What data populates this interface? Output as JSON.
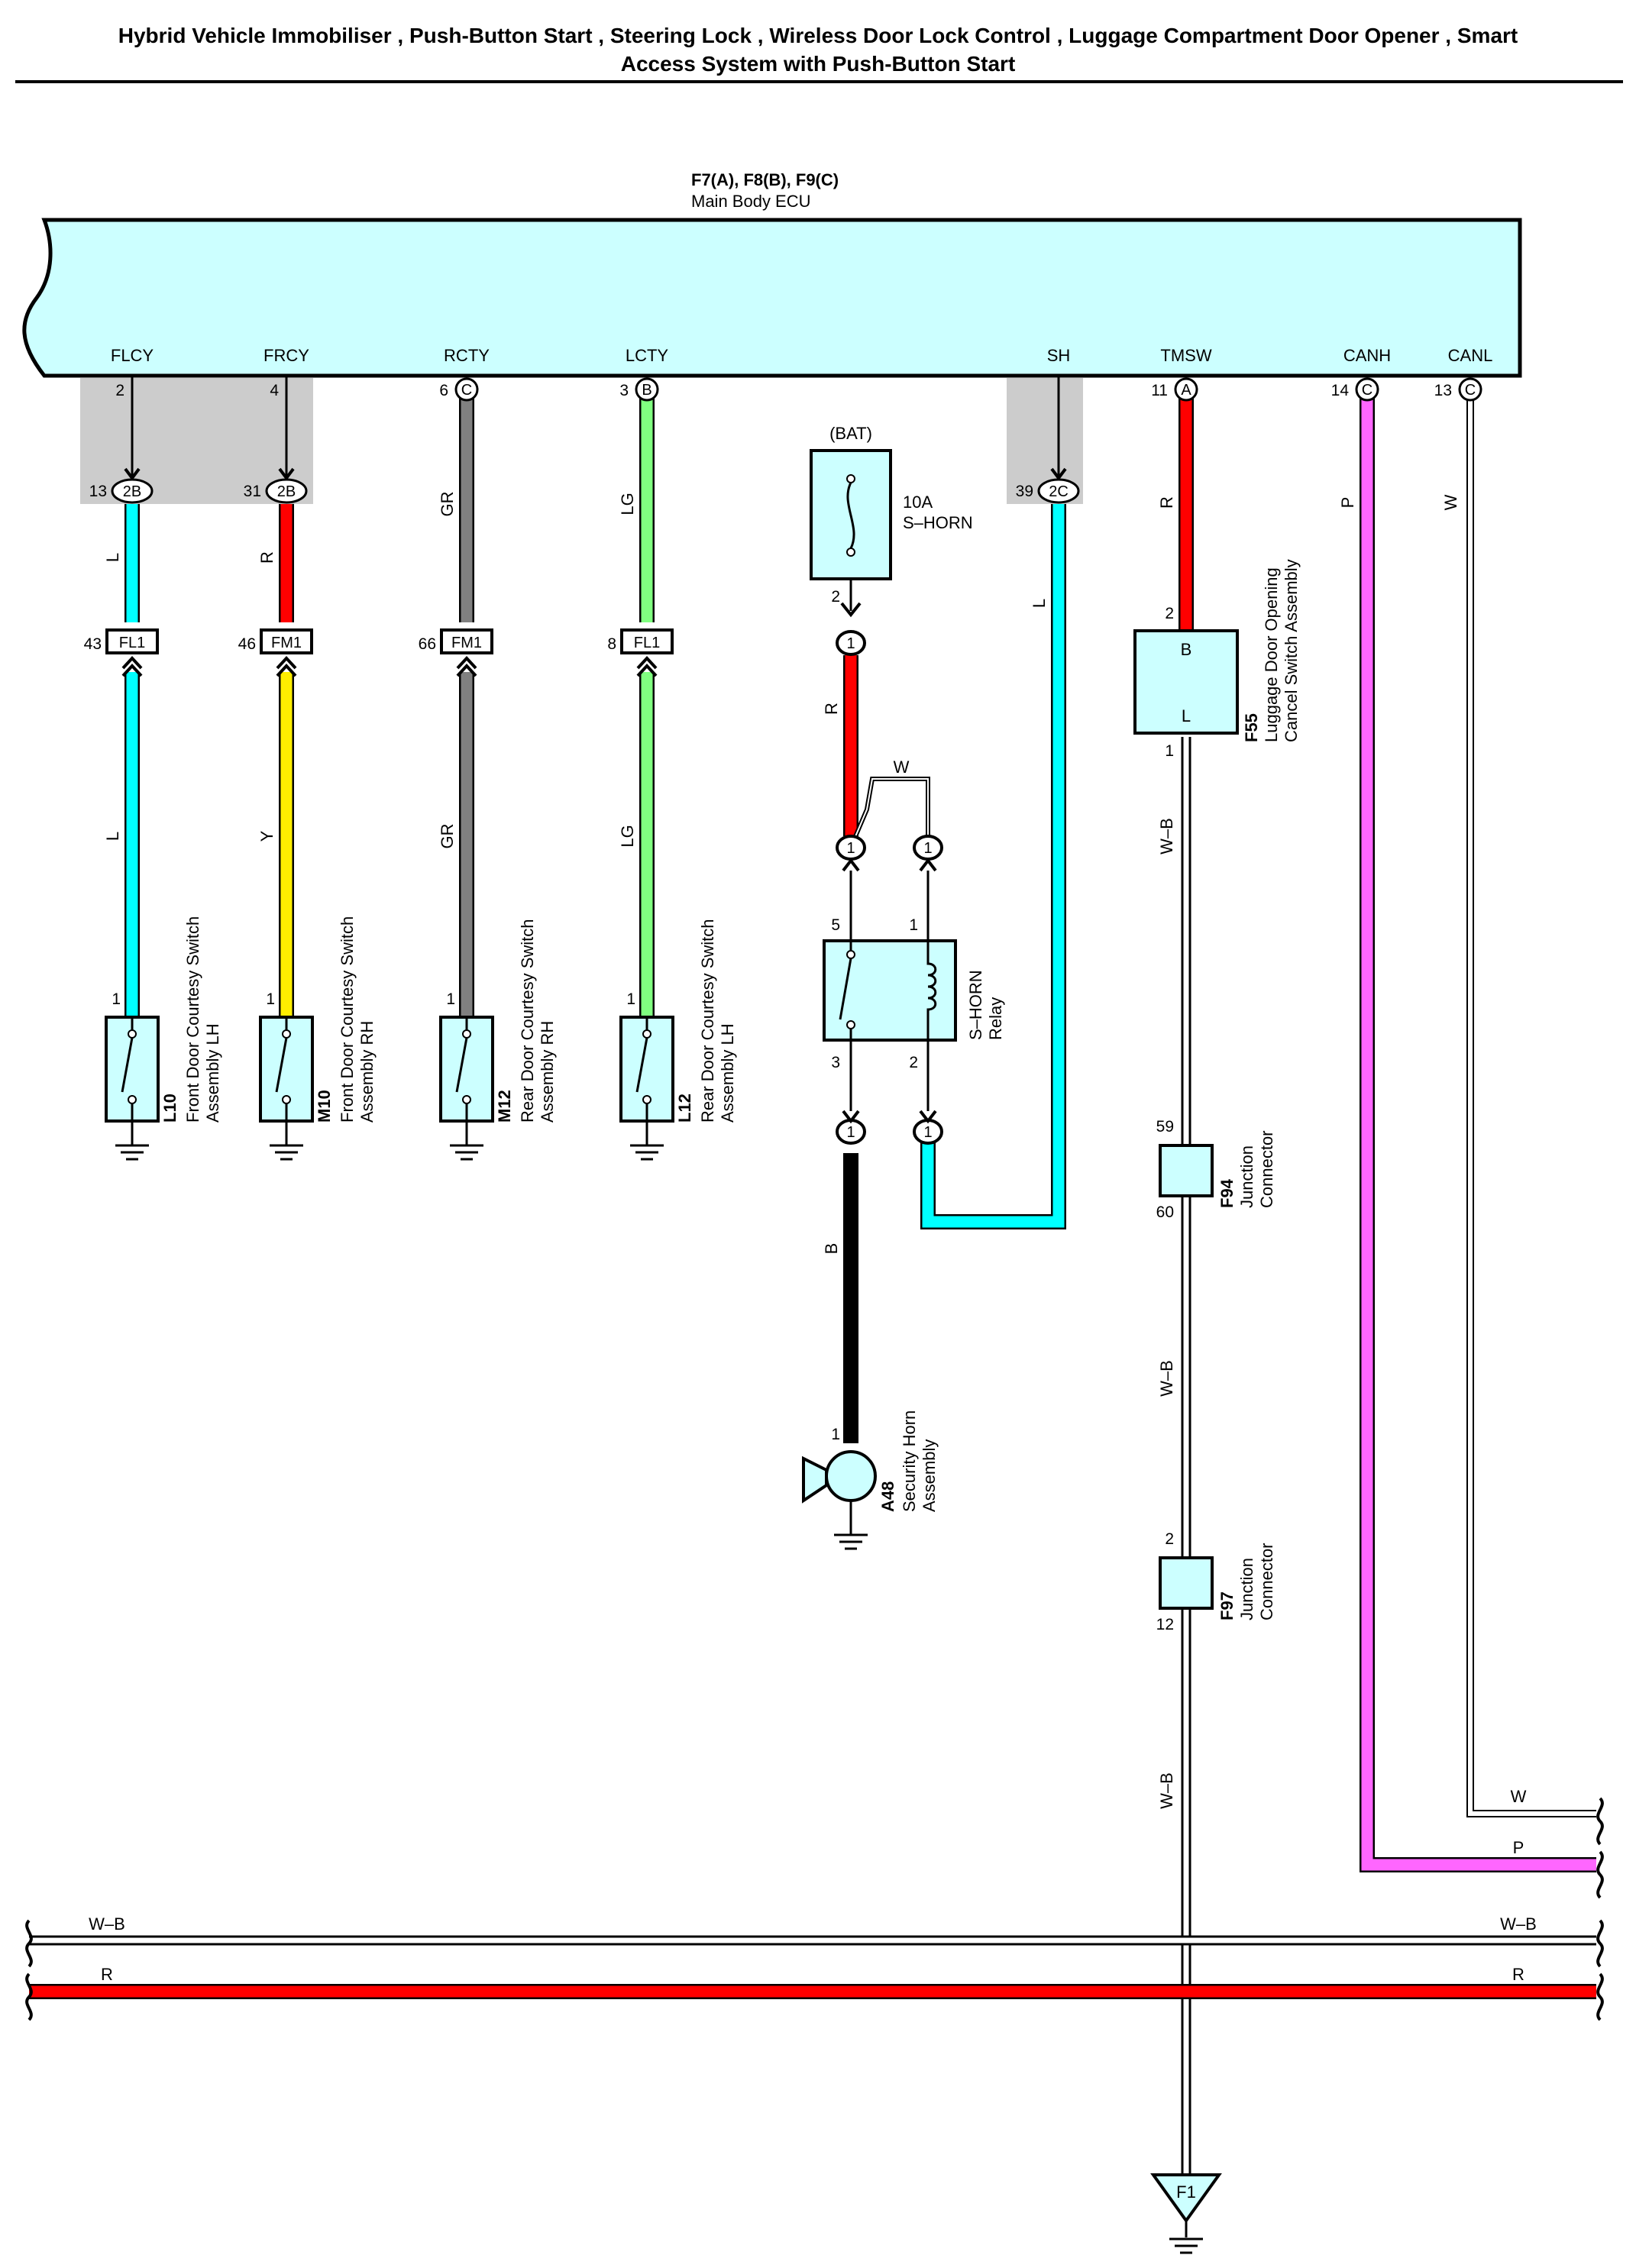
{
  "title": {
    "line1": "Hybrid Vehicle Immobiliser , Push-Button Start , Steering Lock , Wireless Door Lock Control , Luggage Compartment Door Opener , Smart",
    "line2": "Access System with Push-Button Start"
  },
  "ecu": {
    "connectors": "F7(A), F8(B), F9(C)",
    "name": "Main Body ECU",
    "terminals": [
      {
        "name": "FLCY",
        "pin": "2",
        "conn": ""
      },
      {
        "name": "FRCY",
        "pin": "4",
        "conn": ""
      },
      {
        "name": "RCTY",
        "pin": "6",
        "conn": "C"
      },
      {
        "name": "LCTY",
        "pin": "3",
        "conn": "B"
      },
      {
        "name": "SH",
        "pin": "",
        "conn": ""
      },
      {
        "name": "TMSW",
        "pin": "11",
        "conn": "A"
      },
      {
        "name": "CANH",
        "pin": "14",
        "conn": "C"
      },
      {
        "name": "CANL",
        "pin": "13",
        "conn": "C"
      }
    ]
  },
  "junction_connectors": [
    {
      "pin": "13",
      "code": "2B"
    },
    {
      "pin": "31",
      "code": "2B"
    },
    {
      "pin": "39",
      "code": "2C"
    }
  ],
  "wire_colors": {
    "L": "L",
    "R": "R",
    "GR": "GR",
    "LG": "LG",
    "Y": "Y",
    "B": "B",
    "W": "W",
    "P": "P",
    "WB": "W–B"
  },
  "inline_connectors": [
    {
      "pin": "43",
      "code": "FL1"
    },
    {
      "pin": "46",
      "code": "FM1"
    },
    {
      "pin": "66",
      "code": "FM1"
    },
    {
      "pin": "8",
      "code": "FL1"
    }
  ],
  "switches": [
    {
      "id": "L10",
      "line1": "Front Door Courtesy Switch",
      "line2": "Assembly LH",
      "pin": "1"
    },
    {
      "id": "M10",
      "line1": "Front Door Courtesy Switch",
      "line2": "Assembly RH",
      "pin": "1"
    },
    {
      "id": "M12",
      "line1": "Rear Door Courtesy Switch",
      "line2": "Assembly RH",
      "pin": "1"
    },
    {
      "id": "L12",
      "line1": "Rear Door Courtesy Switch",
      "line2": "Assembly LH",
      "pin": "1"
    }
  ],
  "fuse": {
    "supply": "(BAT)",
    "rating": "10A",
    "name": "S–HORN",
    "pin": "2"
  },
  "relay": {
    "name": "S–HORN",
    "sub": "Relay",
    "pins": [
      "5",
      "1",
      "3",
      "2"
    ]
  },
  "horn": {
    "id": "A48",
    "line1": "Security Horn",
    "line2": "Assembly",
    "pin": "1"
  },
  "connector_one": "1",
  "luggage_switch": {
    "id": "F55",
    "line1": "Luggage Door Opening",
    "line2": "Cancel Switch Assembly",
    "pin_top": "2",
    "pin_bottom": "1",
    "term_b": "B",
    "term_l": "L"
  },
  "f94": {
    "id": "F94",
    "line1": "Junction",
    "line2": "Connector",
    "pin_top": "59",
    "pin_bottom": "60"
  },
  "f97": {
    "id": "F97",
    "line1": "Junction",
    "line2": "Connector",
    "pin_top": "2",
    "pin_bottom": "12"
  },
  "ground_point": "F1",
  "colors": {
    "ecu_fill": "#ccffff",
    "cyan": "#00ffff",
    "red": "#ff0000",
    "gray": "#808080",
    "light_green": "#80ff80",
    "yellow": "#ffee00",
    "black": "#000000",
    "pink": "#ff66ff",
    "shade": "#cccccc"
  }
}
